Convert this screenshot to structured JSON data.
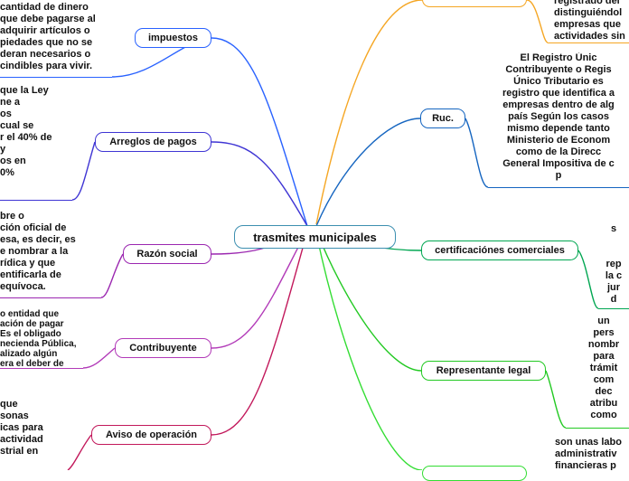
{
  "central": {
    "label": "trasmites municipales"
  },
  "branches": [
    {
      "id": "impuestos",
      "label": "impuestos",
      "color": "#2962ff",
      "text": "cantidad de dinero\nque debe pagarse al\nadquirir artículos o\npiedades que no se\nderan necesarios o\ncindibles para vivir."
    },
    {
      "id": "arreglos",
      "label": "Arreglos de pagos",
      "color": "#3f35d4",
      "text": "que la Ley\nne a\nos\ncual se\nr el 40% de\ny\nos en\n0%"
    },
    {
      "id": "razon",
      "label": "Razón social",
      "color": "#9b27b0",
      "text": "bre o\nción oficial de\nesa, es decir, es\ne nombrar a la\nrídica y que\nentificarla de\nequívoca."
    },
    {
      "id": "contribuyente",
      "label": "Contribuyente",
      "color": "#b23ab8",
      "text": "o entidad que\nación de pagar\nEs el obligado\nnecienda Pública,\nalizado algún\nera el deber de\nota."
    },
    {
      "id": "aviso",
      "label": "Aviso de operación",
      "color": "#c2185b",
      "text": "que\nsonas\nicas para\nactividad\nstrial en"
    },
    {
      "id": "registro",
      "label": "",
      "color": "#f5a623",
      "text": "registrado del\ndistinguiéndol\nempresas que\nactividades sin"
    },
    {
      "id": "ruc",
      "label": "Ruc.",
      "color": "#1565c0",
      "text": "El Registro Únic\nContribuyente o Regis\nÚnico Tributario es\nregistro que identifica a\nempresas dentro de alg\npaís Según los casos\nmismo depende tanto\nMinisterio de Econom\ncomo de la Direcc\nGeneral Impositiva de c\np"
    },
    {
      "id": "certificaciones",
      "label": "certificaciónes comerciales",
      "color": "#00a651",
      "text": "s\n\n\nrep\nla c\njur\nd"
    },
    {
      "id": "representante",
      "label": "Representante legal",
      "color": "#22c922",
      "text": "un\npers\nnombr\npara\ntrámit\ncom\ndec\natribu\ncomo"
    },
    {
      "id": "labores",
      "label": "",
      "color": "#33dd33",
      "text": "son unas labo\nadministrativ\nfinancieras p"
    }
  ]
}
